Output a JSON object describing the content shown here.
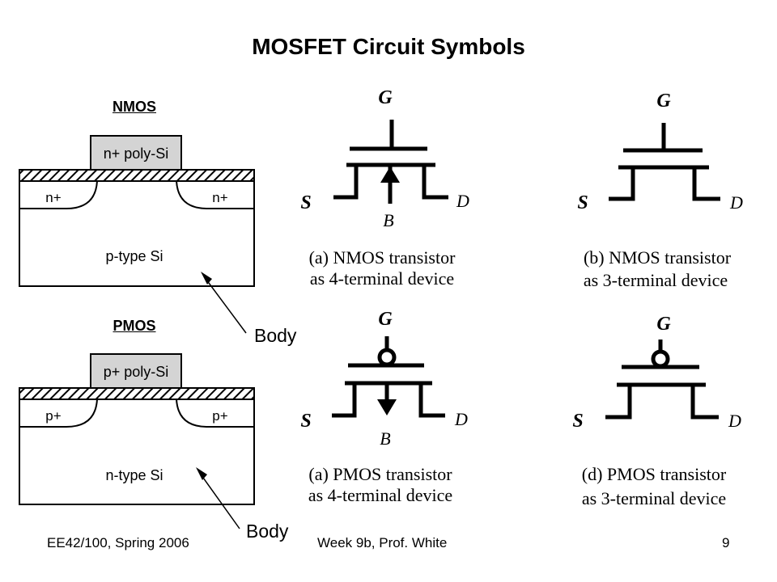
{
  "title": "MOSFET Circuit Symbols",
  "nmos_cross_section": {
    "heading": "NMOS",
    "gate": "n+ poly-Si",
    "source_region": "n+",
    "drain_region": "n+",
    "substrate": "p-type Si",
    "body_pointer": "Body"
  },
  "pmos_cross_section": {
    "heading": "PMOS",
    "gate": "p+ poly-Si",
    "source_region": "p+",
    "drain_region": "p+",
    "substrate": "n-type Si",
    "body_pointer": "Body"
  },
  "symbols": [
    {
      "gate": "G",
      "source": "S",
      "drain": "D",
      "body": "B",
      "caption_line1": "(a) NMOS transistor",
      "caption_line2": "as 4-terminal device"
    },
    {
      "gate": "G",
      "source": "S",
      "drain": "D",
      "caption_line1": "(b) NMOS transistor",
      "caption_line2": "as 3-terminal device"
    },
    {
      "gate": "G",
      "source": "S",
      "drain": "D",
      "body": "B",
      "caption_line1": "(a) PMOS transistor",
      "caption_line2": "as 4-terminal device"
    },
    {
      "gate": "G",
      "source": "S",
      "drain": "D",
      "caption_line1": "(d) PMOS transistor",
      "caption_line2": "as 3-terminal device"
    }
  ],
  "footer": {
    "left": "EE42/100, Spring 2006",
    "center": "Week 9b, Prof. White",
    "page": "9"
  },
  "colors": {
    "gate_fill": "#d4d4d4",
    "hatch": "#000000"
  }
}
